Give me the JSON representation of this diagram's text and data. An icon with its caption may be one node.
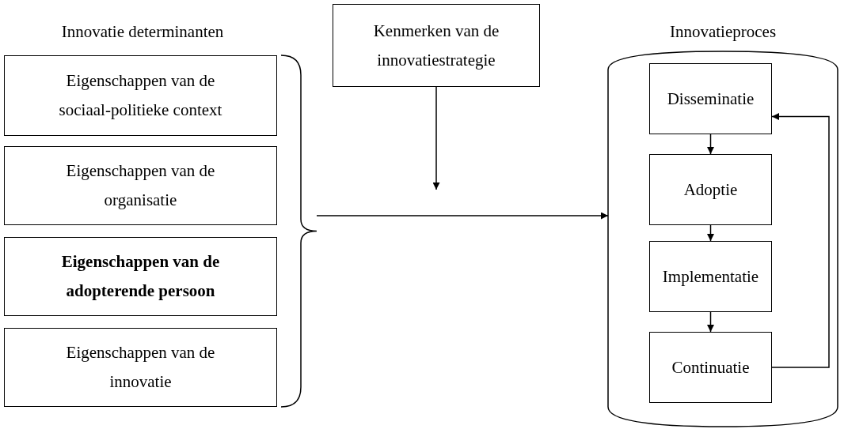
{
  "diagram": {
    "nodes": [
      {
        "text": [
          "Innovatie determinanten"
        ]
      },
      {
        "text": [
          "Eigenschappen van de sociaal-politieke context"
        ],
        "in": 0
      },
      {
        "text": [
          "Eigenschappen van de organisatie"
        ],
        "in": 0
      },
      {
        "text": [
          "Eigenschappen van de adopterende persoon"
        ],
        "in": 0
      },
      {
        "text": [
          "Eigenschappen van de innovatie"
        ],
        "in": 0
      },
      {
        "text": [
          "Kenmerken van de innovatiestrategie"
        ]
      },
      {
        "text": [
          "Innovatieproces"
        ]
      },
      {
        "text": [
          "Disseminatie"
        ],
        "in": 6
      },
      {
        "text": [
          "Adoptie"
        ],
        "in": 6
      },
      {
        "text": [
          "Implementatie"
        ],
        "in": 6
      },
      {
        "text": [
          "Continuatie"
        ],
        "in": 6
      }
    ],
    "edges": [
      {
        "from": 0,
        "to": 6,
        "arrow": "to"
      },
      {
        "from": 5,
        "to": null,
        "arrow": "to"
      },
      {
        "from": 7,
        "to": 8,
        "arrow": "to"
      },
      {
        "from": 8,
        "to": 9,
        "arrow": "to"
      },
      {
        "from": 9,
        "to": 10,
        "arrow": "to"
      },
      {
        "from": 10,
        "to": 7,
        "arrow": "to"
      }
    ]
  }
}
